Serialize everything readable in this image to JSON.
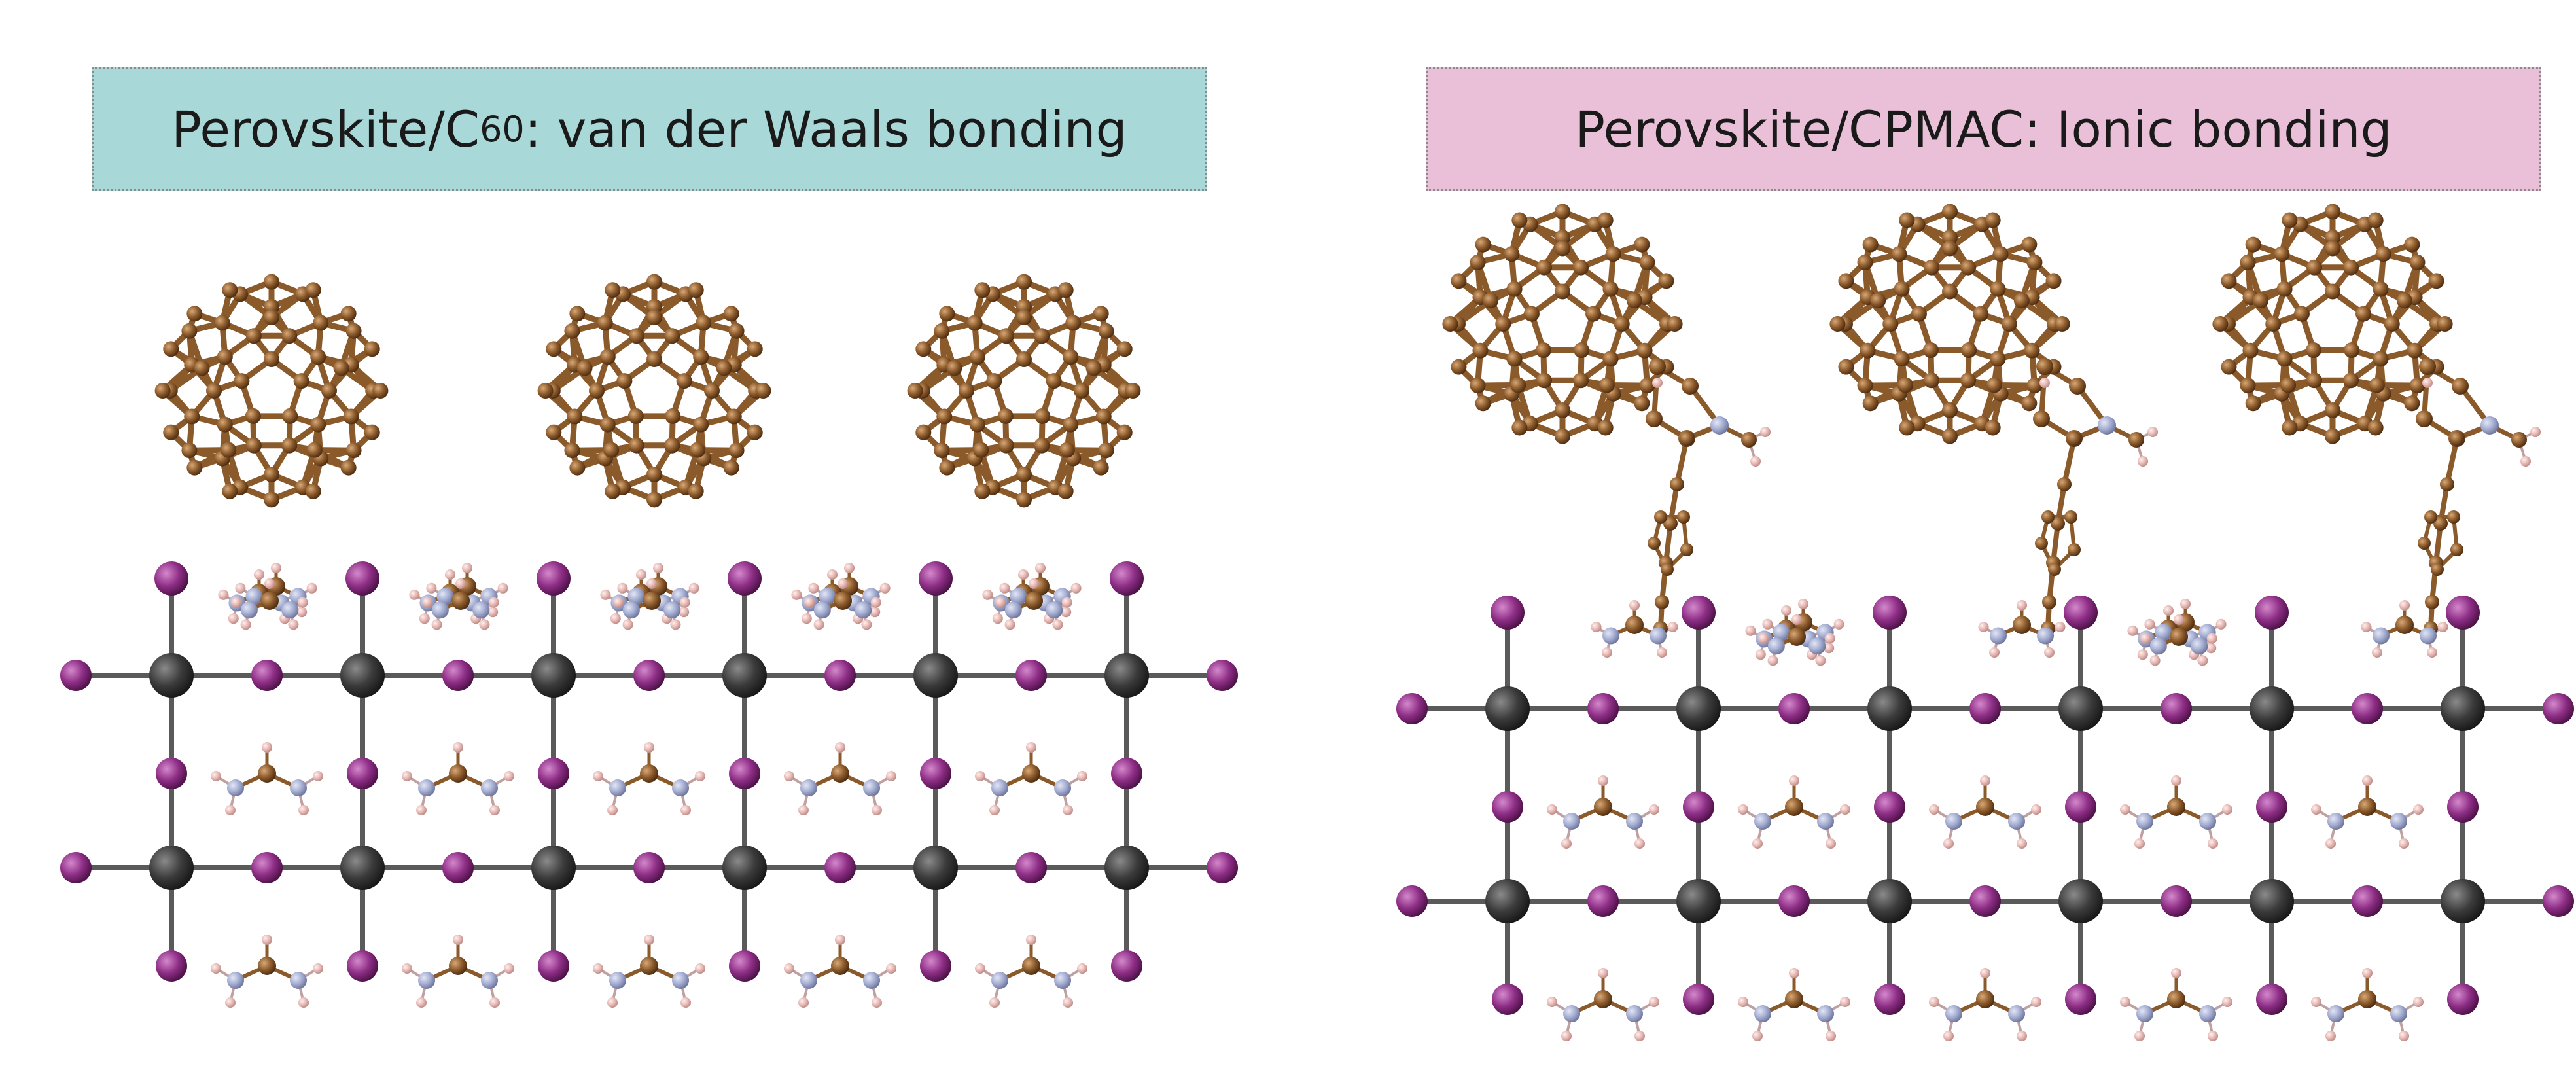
{
  "panels": [
    {
      "title_pre": "Perovskite/C",
      "title_sub": "60",
      "title_post": ": van der Waals bonding",
      "bonding": "van der Waals",
      "molecule_count": 3
    },
    {
      "title_pre": "Perovskite/CPMAC: Ionic bonding",
      "bonding": "Ionic",
      "molecule_count": 3
    }
  ],
  "colors": {
    "left_title_bg": "#a8d8d8",
    "right_title_bg": "#eac0d8",
    "carbon": "#8b5a2b",
    "carbon_bond": "#8b5a2b",
    "iodine": "#8e2e86",
    "lead": "#3b3b3b",
    "nitrogen": "#a3acd0",
    "hydrogen": "#e6b8b4",
    "lead_iodide_bond": "#5a5a5a"
  }
}
